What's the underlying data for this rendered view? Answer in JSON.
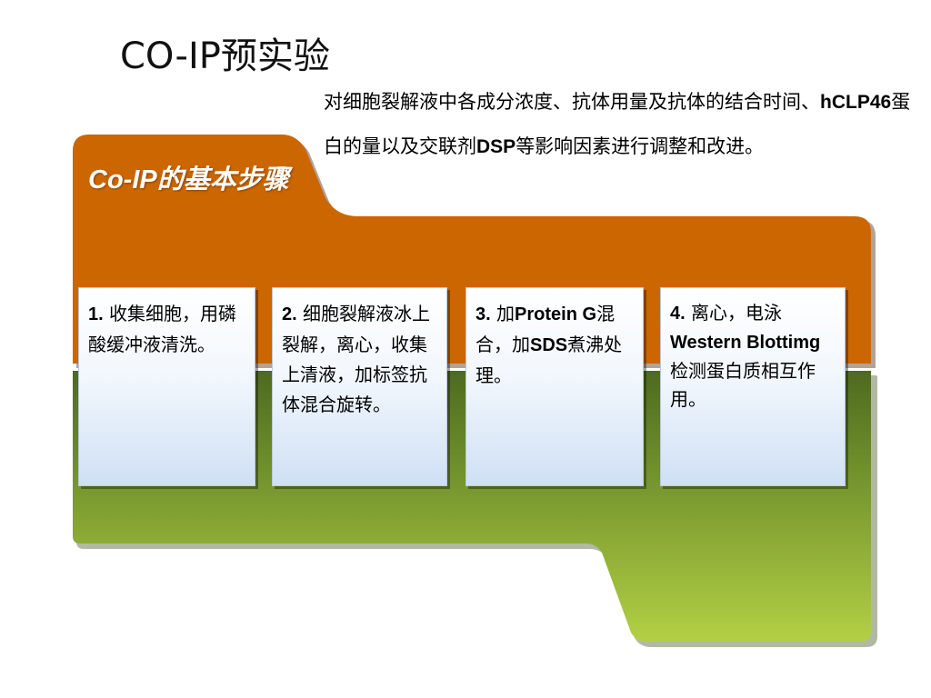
{
  "title": "CO-IP预实验",
  "description": {
    "part1": "对细胞裂解液中各成分浓度、抗体用量及抗体的结合时间、",
    "protein": "hCLP46",
    "part2": "蛋白的量以及交联剂",
    "crosslinker": "DSP",
    "part3": "等影响因素进行调整和改进。"
  },
  "section_label": "Co-IP的基本步骤",
  "steps": [
    {
      "num": "1.",
      "text": "收集细胞，用磷酸缓冲液清洗。"
    },
    {
      "num": "2.",
      "text": "细胞裂解液冰上裂解，离心，收集上清液，加标签抗体混合旋转。"
    },
    {
      "num": "3.",
      "text_a": "加",
      "protein": "Protein G",
      "text_b": "混合，加",
      "reagent": "SDS",
      "text_c": "煮沸处理。"
    },
    {
      "num": "4.",
      "text_a": "离心，电泳",
      "method": "Western Blottimg",
      "text_b": "检测蛋白质相互作用。"
    }
  ],
  "colors": {
    "orange_panel": "#cc6600",
    "green_panel_top": "#4d6a1f",
    "green_panel_bottom": "#b3d044",
    "card_gradient_bottom": "#cfe0f4"
  }
}
